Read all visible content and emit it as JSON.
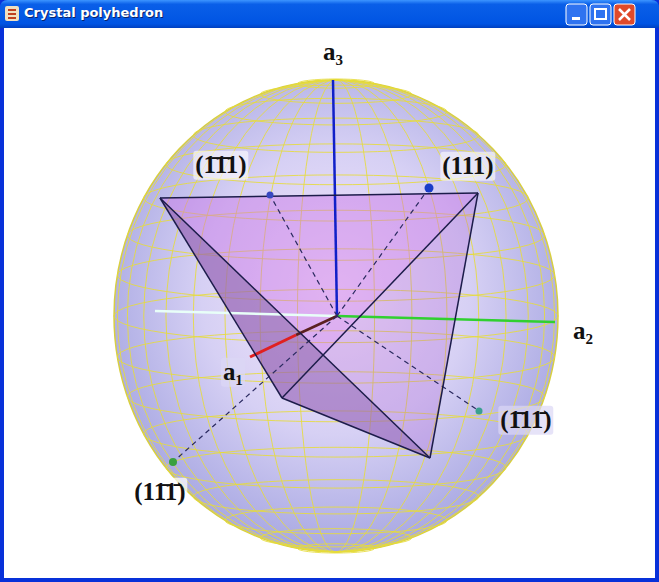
{
  "diagram": {
    "title": "Crystal polyhedron",
    "labels": [
      "a₃",
      "(1̄1̄1)",
      "(111)",
      "a₂",
      "a₁",
      "(1̄11̄)",
      "(11̄1̄)"
    ]
  }
}
